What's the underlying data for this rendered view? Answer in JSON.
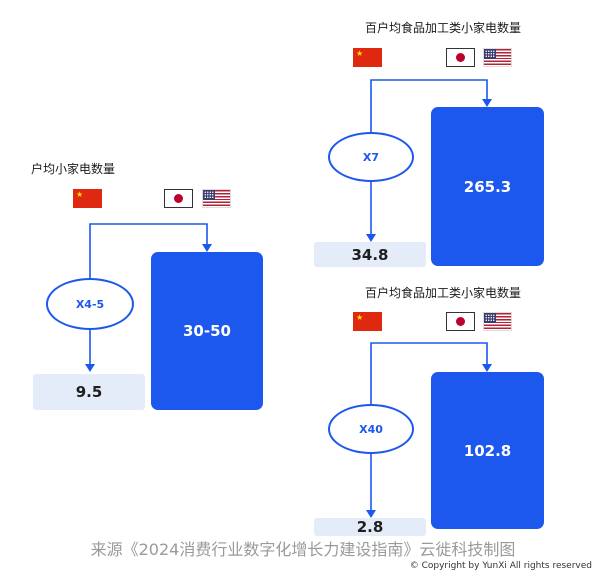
{
  "chart_data": [
    {
      "type": "bar",
      "title": "户均小家电数量",
      "categories": [
        "中国",
        "日本/美国"
      ],
      "values": [
        "9.5",
        "30-50"
      ],
      "multiplier_label": "X4-5"
    },
    {
      "type": "bar",
      "title": "百户均食品加工类小家电数量",
      "categories": [
        "中国",
        "日本/美国"
      ],
      "values": [
        34.8,
        265.3
      ],
      "multiplier_label": "X7"
    },
    {
      "type": "bar",
      "title": "百户均食品加工类小家电数量",
      "categories": [
        "中国",
        "日本/美国"
      ],
      "values": [
        2.8,
        102.8
      ],
      "multiplier_label": "X40"
    }
  ],
  "flags": {
    "china": "china-flag-icon",
    "japan": "japan-flag-icon",
    "usa": "usa-flag-icon"
  },
  "colors": {
    "accent": "#1c58ee",
    "small_box": "#e3ecf8",
    "source_text": "#9a9a9a"
  },
  "footer": {
    "source": "来源《2024消费行业数字化增长力建设指南》云徙科技制图",
    "copyright": "© Copyright by YunXi All rights reserved"
  }
}
